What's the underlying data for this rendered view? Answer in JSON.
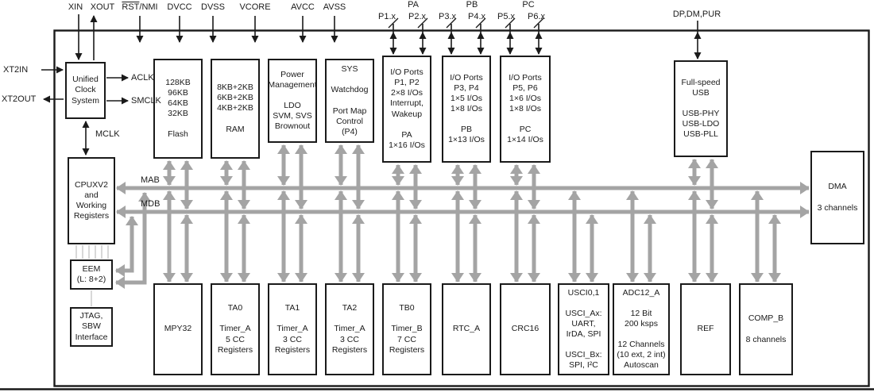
{
  "title": "MSP430 functional block diagram",
  "pins": {
    "xin": "XIN",
    "xout": "XOUT",
    "rst_overline": "RST",
    "rst_rest": "/NMI",
    "dvcc": "DVCC",
    "dvss": "DVSS",
    "vcore": "VCORE",
    "avcc": "AVCC",
    "avss": "AVSS",
    "pa": "PA",
    "pb": "PB",
    "pc": "PC",
    "p1x": "P1.x",
    "p2x": "P2.x",
    "p3x": "P3.x",
    "p4x": "P4.x",
    "p5x": "P5.x",
    "p6x": "P6.x",
    "usb_pins": "DP,DM,PUR",
    "xt2in": "XT2IN",
    "xt2out": "XT2OUT"
  },
  "clocks": {
    "aclk": "ACLK",
    "smclk": "SMCLK",
    "mclk": "MCLK"
  },
  "buses": {
    "mab": "MAB",
    "mdb": "MDB"
  },
  "blocks": {
    "ucs": "Unified\nClock\nSystem",
    "flash": "128KB\n96KB\n64KB\n32KB\n\nFlash",
    "ram": "8KB+2KB\n6KB+2KB\n4KB+2KB\n\nRAM",
    "pmm": "Power\nManagement\n\nLDO\nSVM, SVS\nBrownout",
    "sys": "SYS\n\nWatchdog\n\nPort Map\nControl\n(P4)",
    "io12": "I/O Ports\nP1, P2\n2×8 I/Os\nInterrupt,\nWakeup\n\nPA\n1×16 I/Os",
    "io34": "I/O Ports\nP3, P4\n1×5 I/Os\n1×8 I/Os\n\nPB\n1×13 I/Os",
    "io56": "I/O Ports\nP5, P6\n1×6 I/Os\n1×8 I/Os\n\nPC\n1×14 I/Os",
    "usb": "Full-speed\nUSB\n\nUSB-PHY\nUSB-LDO\nUSB-PLL",
    "cpu": "CPUXV2\nand\nWorking\nRegisters",
    "eem": "EEM\n(L: 8+2)",
    "jtag": "JTAG,\nSBW\nInterface",
    "dma": "DMA\n\n3 channels",
    "mpy": "MPY32",
    "ta0": "TA0\n\nTimer_A\n5 CC\nRegisters",
    "ta1": "TA1\n\nTimer_A\n3 CC\nRegisters",
    "ta2": "TA2\n\nTimer_A\n3 CC\nRegisters",
    "tb0": "TB0\n\nTimer_B\n7 CC\nRegisters",
    "rtc": "RTC_A",
    "crc": "CRC16",
    "usci": "USCI0,1\n\nUSCI_Ax:\nUART,\nIrDA, SPI\n\nUSCI_Bx:\nSPI, I²C",
    "adc": "ADC12_A\n\n12 Bit\n200 ksps\n\n12 Channels\n(10 ext, 2 int)\nAutoscan",
    "ref": "REF",
    "comp": "COMP_B\n\n8 channels"
  },
  "colors": {
    "line_black": "#1a1a1a",
    "bus_gray": "#a4a4a4"
  }
}
